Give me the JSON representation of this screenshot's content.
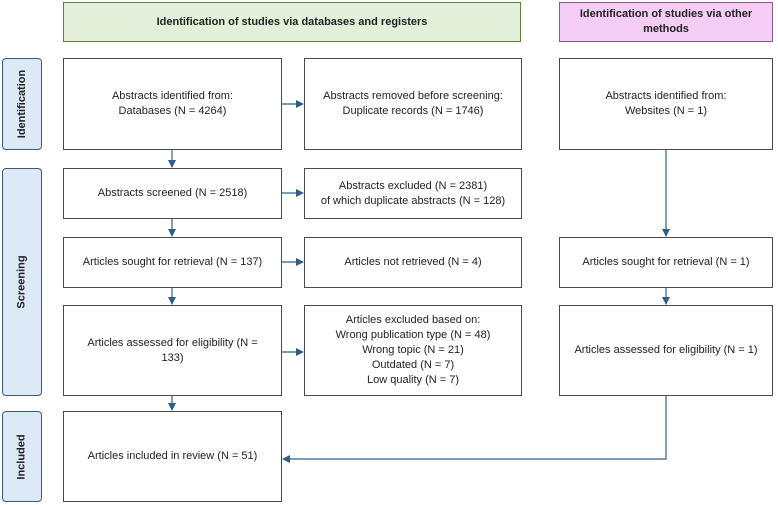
{
  "headers": {
    "databases": "Identification of studies via databases and registers",
    "other_methods": [
      "Identification of studies via other",
      "methods"
    ]
  },
  "phases": {
    "identification": "Identification",
    "screening": "Screening",
    "included": "Included"
  },
  "boxes": {
    "db_identified": [
      "Abstracts identified from:",
      "Databases (N = 4264)"
    ],
    "db_removed": [
      "Abstracts removed before screening:",
      "Duplicate records (N = 1746)"
    ],
    "other_identified": [
      "Abstracts identified from:",
      "Websites (N = 1)"
    ],
    "db_screened": "Abstracts screened (N = 2518)",
    "db_excluded": [
      "Abstracts excluded (N = 2381)",
      "of which duplicate abstracts (N = 128)"
    ],
    "db_sought": "Articles sought for retrieval (N = 137)",
    "db_not_retrieved": "Articles not retrieved (N = 4)",
    "other_sought": "Articles sought for retrieval (N = 1)",
    "db_assessed": [
      "Articles assessed for eligibility (N =",
      "133)"
    ],
    "db_excluded_reasons": [
      "Articles excluded based on:",
      "Wrong publication type (N = 48)",
      "Wrong topic (N = 21)",
      "Outdated (N = 7)",
      "Low quality (N = 7)"
    ],
    "other_assessed": "Articles assessed for eligibility (N = 1)",
    "included": "Articles included in review (N = 51)"
  },
  "colors": {
    "arrow": "#2e5f8a",
    "header_green": "#e2f0d9",
    "header_pink": "#f4ccf4",
    "phase_blue": "#dce9f7"
  }
}
